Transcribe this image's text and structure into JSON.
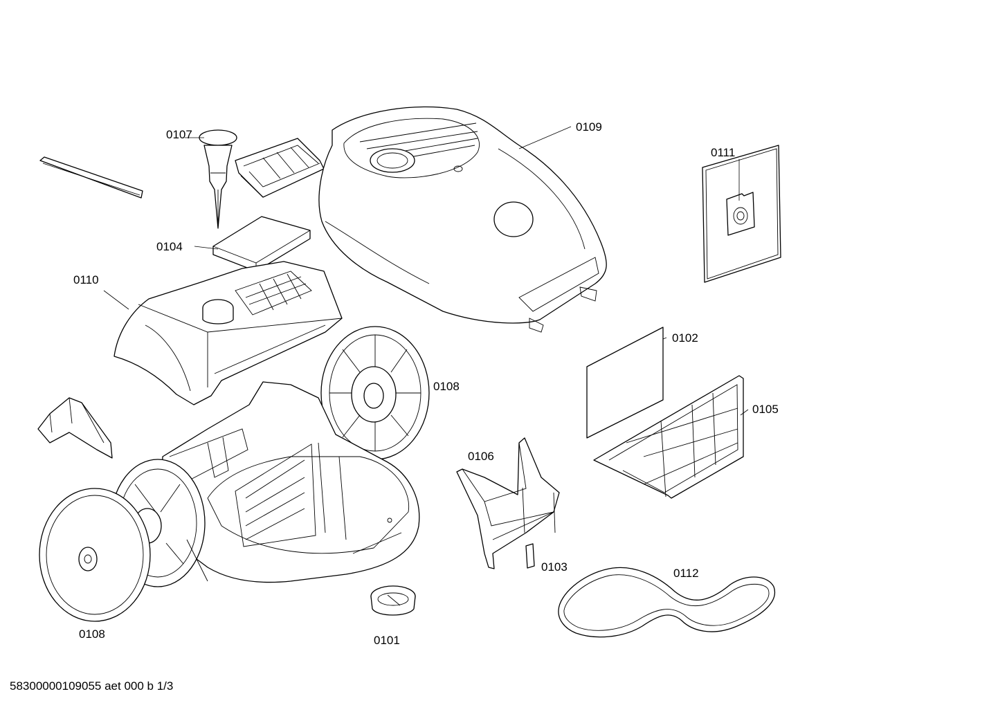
{
  "labels": {
    "p0101": "0101",
    "p0102": "0102",
    "p0103": "0103",
    "p0104": "0104",
    "p0105": "0105",
    "p0106": "0106",
    "p0107": "0107",
    "p0108a": "0108",
    "p0108b": "0108",
    "p0109": "0109",
    "p0110": "0110",
    "p0111": "0111",
    "p0112": "0112"
  },
  "footer": "58300000109055 aet 000 b 1/3"
}
